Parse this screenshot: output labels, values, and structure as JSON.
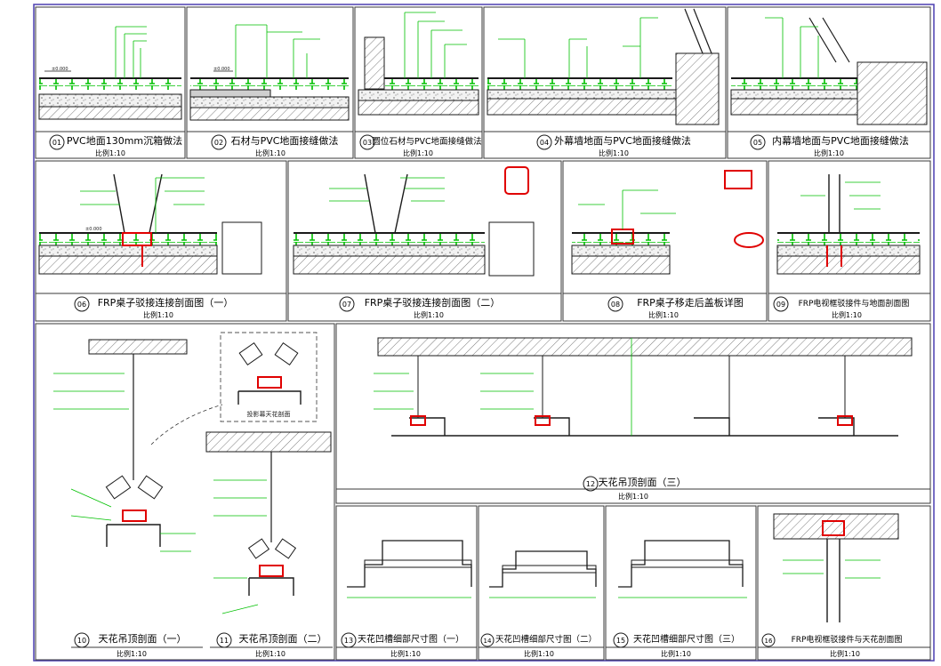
{
  "sheet": {
    "colors": {
      "border": "#4b3fb0",
      "frame": "#3a3a3a",
      "line": "#1a1a1a",
      "leader": "#00d000",
      "accent": "#e00000",
      "hatch": "#7a7a7a"
    }
  },
  "panels": [
    {
      "id": "01",
      "title": "PVC地面130mm沉箱做法",
      "scale": "比例1:10"
    },
    {
      "id": "02",
      "title": "石材与PVC地面接缝做法",
      "scale": "比例1:10"
    },
    {
      "id": "03",
      "title": "圆位石材与PVC地面接缝做法",
      "scale": "比例1:10"
    },
    {
      "id": "04",
      "title": "外幕墙地面与PVC地面接缝做法",
      "scale": "比例1:10"
    },
    {
      "id": "05",
      "title": "内幕墙地面与PVC地面接缝做法",
      "scale": "比例1:10"
    },
    {
      "id": "06",
      "title": "FRP桌子驳接连接剖面图（一）",
      "scale": "比例1:10"
    },
    {
      "id": "07",
      "title": "FRP桌子驳接连接剖面图（二）",
      "scale": "比例1:10"
    },
    {
      "id": "08",
      "title": "FRP桌子移走后盖板详图",
      "scale": "比例1:10"
    },
    {
      "id": "09",
      "title": "FRP电视框驳接件与地面剖面图",
      "scale": "比例1:10"
    },
    {
      "id": "10",
      "title": "天花吊顶剖面（一）",
      "scale": "比例1:10"
    },
    {
      "id": "11",
      "title": "天花吊顶剖面（二）",
      "scale": "比例1:10"
    },
    {
      "id": "12",
      "title": "天花吊顶剖面（三）",
      "scale": "比例1:10"
    },
    {
      "id": "13",
      "title": "天花凹槽细部尺寸图（一）",
      "scale": "比例1:10"
    },
    {
      "id": "14",
      "title": "天花凹槽细部尺寸图（二）",
      "scale": "比例1:10"
    },
    {
      "id": "15",
      "title": "天花凹槽细部尺寸图（三）",
      "scale": "比例1:10"
    },
    {
      "id": "16",
      "title": "FRP电视框驳接件与天花剖面图",
      "scale": "比例1:10"
    }
  ],
  "callouts": {
    "projector": "投影幕天花剖面"
  },
  "dimensions": {
    "d1": "±0.000",
    "d2": "±0.000",
    "d3": "±0.000"
  }
}
